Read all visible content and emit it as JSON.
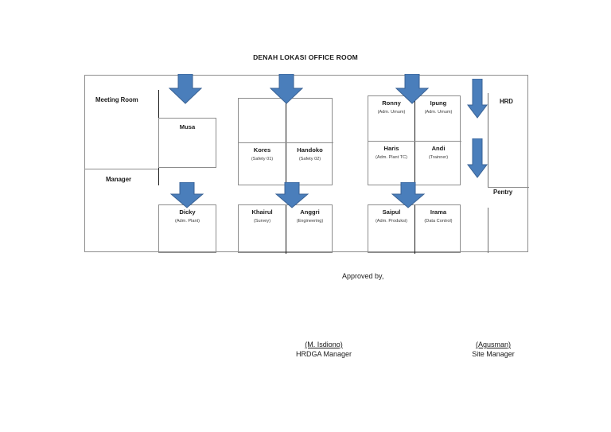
{
  "document": {
    "title": "DENAH LOKASI OFFICE ROOM"
  },
  "colors": {
    "arrow_fill": "#4a7ebb",
    "arrow_stroke": "#3a6294",
    "box_border": "#8d8d8d",
    "divider_dark": "#1a1a1a",
    "text": "#1a1a1a"
  },
  "floorplan": {
    "zones": {
      "meeting_room": "Meeting Room",
      "manager": "Manager",
      "hrd": "HRD",
      "pentry": "Pentry"
    },
    "desks": [
      {
        "id": "musa",
        "name": "Musa",
        "role": ""
      },
      {
        "id": "kores",
        "name": "Kores",
        "role": "(Safety 01)"
      },
      {
        "id": "handoko",
        "name": "Handoko",
        "role": "(Safety 02)"
      },
      {
        "id": "ronny",
        "name": "Ronny",
        "role": "(Adm. Umum)"
      },
      {
        "id": "ipung",
        "name": "Ipung",
        "role": "(Adm. Umum)"
      },
      {
        "id": "haris",
        "name": "Haris",
        "role": "(Adm. Plant TC)"
      },
      {
        "id": "andi",
        "name": "Andi",
        "role": "(Trainner)"
      },
      {
        "id": "dicky",
        "name": "Dicky",
        "role": "(Adm. Plant)"
      },
      {
        "id": "khairul",
        "name": "Khairul",
        "role": "(Survey)"
      },
      {
        "id": "anggri",
        "name": "Anggri",
        "role": "(Engineering)"
      },
      {
        "id": "saipul",
        "name": "Saipul",
        "role": "(Adm. Produksi)"
      },
      {
        "id": "irama",
        "name": "Irama",
        "role": "(Data Control)"
      }
    ],
    "arrows": [
      {
        "id": "arrow-meeting-top",
        "direction": "down",
        "style": "wide"
      },
      {
        "id": "arrow-safety-top",
        "direction": "down",
        "style": "wide"
      },
      {
        "id": "arrow-adm-top",
        "direction": "down",
        "style": "wide"
      },
      {
        "id": "arrow-corridor-top",
        "direction": "down",
        "style": "narrow"
      },
      {
        "id": "arrow-corridor-mid",
        "direction": "down",
        "style": "narrow"
      },
      {
        "id": "arrow-dicky",
        "direction": "down",
        "style": "wide"
      },
      {
        "id": "arrow-anggri",
        "direction": "down",
        "style": "wide"
      },
      {
        "id": "arrow-saipul",
        "direction": "down",
        "style": "wide"
      }
    ]
  },
  "approval": {
    "heading": "Approved by,",
    "signatories": [
      {
        "name": "(M. Isdiono)",
        "role": "HRDGA Manager"
      },
      {
        "name": "(Agusman)",
        "role": "Site Manager"
      }
    ]
  }
}
